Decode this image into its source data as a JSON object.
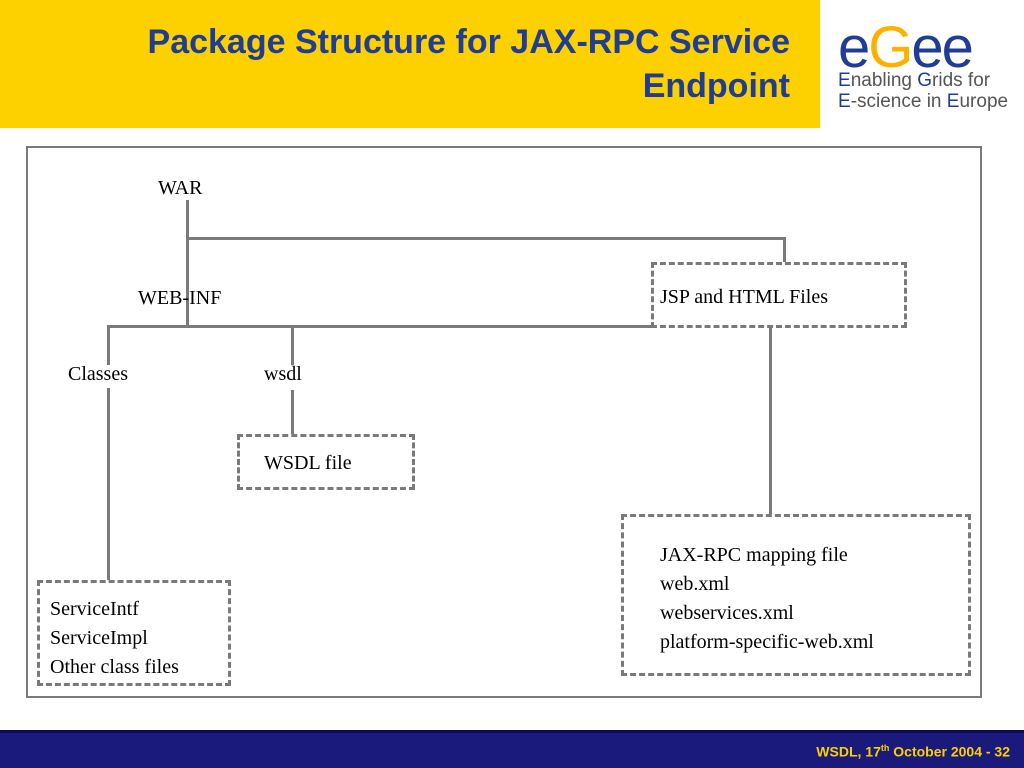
{
  "slide": {
    "title_line1": "Package Structure for JAX-RPC Service",
    "title_line2": "Endpoint"
  },
  "logo": {
    "word_e1": "e",
    "word_g": "G",
    "word_ee": "ee",
    "line1_first": "E",
    "line1_mid": "nabling ",
    "line1_g": "G",
    "line1_rest": "rids for",
    "line2_first": "E",
    "line2_mid": "-science in ",
    "line2_e": "E",
    "line2_rest": "urope"
  },
  "diagram": {
    "war": "WAR",
    "web_inf": "WEB-INF",
    "classes": "Classes",
    "wsdl": "wsdl",
    "wsdl_file": "WSDL file",
    "jsp_html": "JSP and HTML Files",
    "class_files": [
      "ServiceIntf",
      "ServiceImpl",
      "Other class files"
    ],
    "deployment_files": [
      "JAX-RPC mapping file",
      "web.xml",
      "webservices.xml",
      "platform-specific-web.xml"
    ]
  },
  "footer": {
    "prefix": "WSDL, 17",
    "sup": "th",
    "suffix": " October 2004  - 32"
  },
  "colors": {
    "header_bg": "#fdd000",
    "title": "#1f3c96",
    "footer_bg": "#1a1a7c",
    "footer_text": "#fdd000",
    "lines": "#7a7a7a"
  }
}
